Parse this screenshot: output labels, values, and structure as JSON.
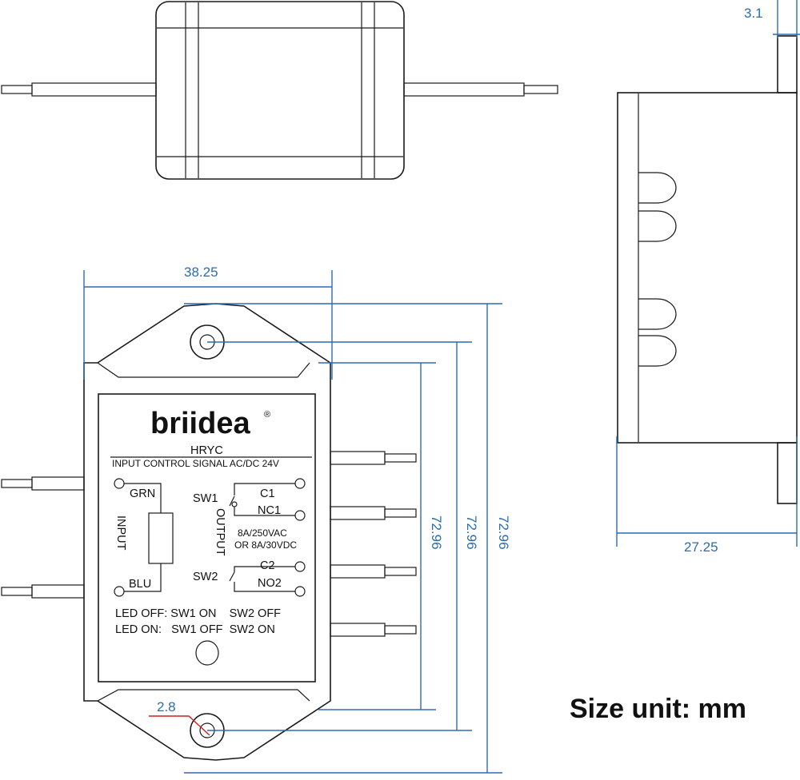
{
  "colors": {
    "dimension": "#2b6cb0",
    "ink": "#1a1a1a",
    "leader": "#d11f1f",
    "background": "#ffffff"
  },
  "dimensions": {
    "pin_thickness": "3.1",
    "width": "38.25",
    "depth": "27.25",
    "height_a": "72.96",
    "height_b": "72.96",
    "height_c": "72.96",
    "hole_dia": "2.8"
  },
  "label": {
    "brand": "briidea",
    "registered": "®",
    "model": "HRYC",
    "input_signal": "INPUT CONTROL SIGNAL AC/DC 24V",
    "grn": "GRN",
    "blu": "BLU",
    "input": "INPUT",
    "output": "OUTPUT",
    "sw1": "SW1",
    "sw2": "SW2",
    "c1": "C1",
    "nc1": "NC1",
    "c2": "C2",
    "no2": "NO2",
    "rating_ac": "8A/250VAC",
    "rating_dc": "OR 8A/30VDC",
    "led_off_state": "LED OFF: SW1 ON    SW2 OFF",
    "led_on_state": "LED ON:   SW1 OFF  SW2 ON"
  },
  "size_unit": "Size unit: mm"
}
